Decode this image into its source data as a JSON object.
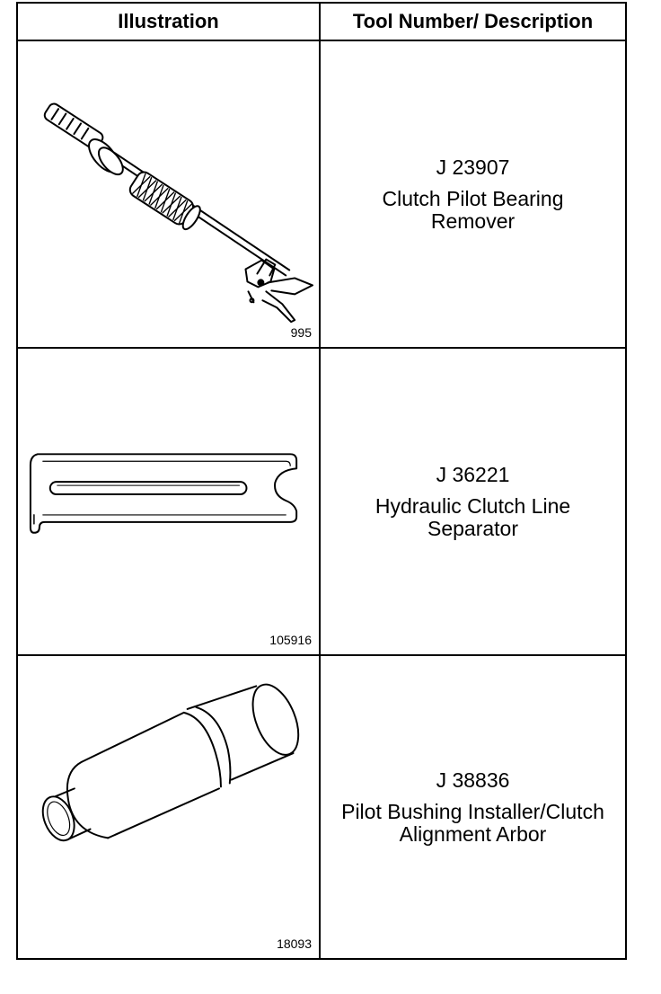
{
  "table": {
    "headers": {
      "illustration": "Illustration",
      "tool": "Tool Number/ Description"
    },
    "rows": [
      {
        "figure_number": "995",
        "tool_number": "J 23907",
        "description": "Clutch Pilot Bearing\nRemover",
        "illustration_icon": "slide-hammer-icon"
      },
      {
        "figure_number": "105916",
        "tool_number": "J 36221",
        "description": "Hydraulic Clutch Line\nSeparator",
        "illustration_icon": "separator-plate-icon"
      },
      {
        "figure_number": "18093",
        "tool_number": "J 38836",
        "description": "Pilot Bushing Installer/Clutch\nAlignment Arbor",
        "illustration_icon": "alignment-arbor-icon"
      }
    ]
  }
}
